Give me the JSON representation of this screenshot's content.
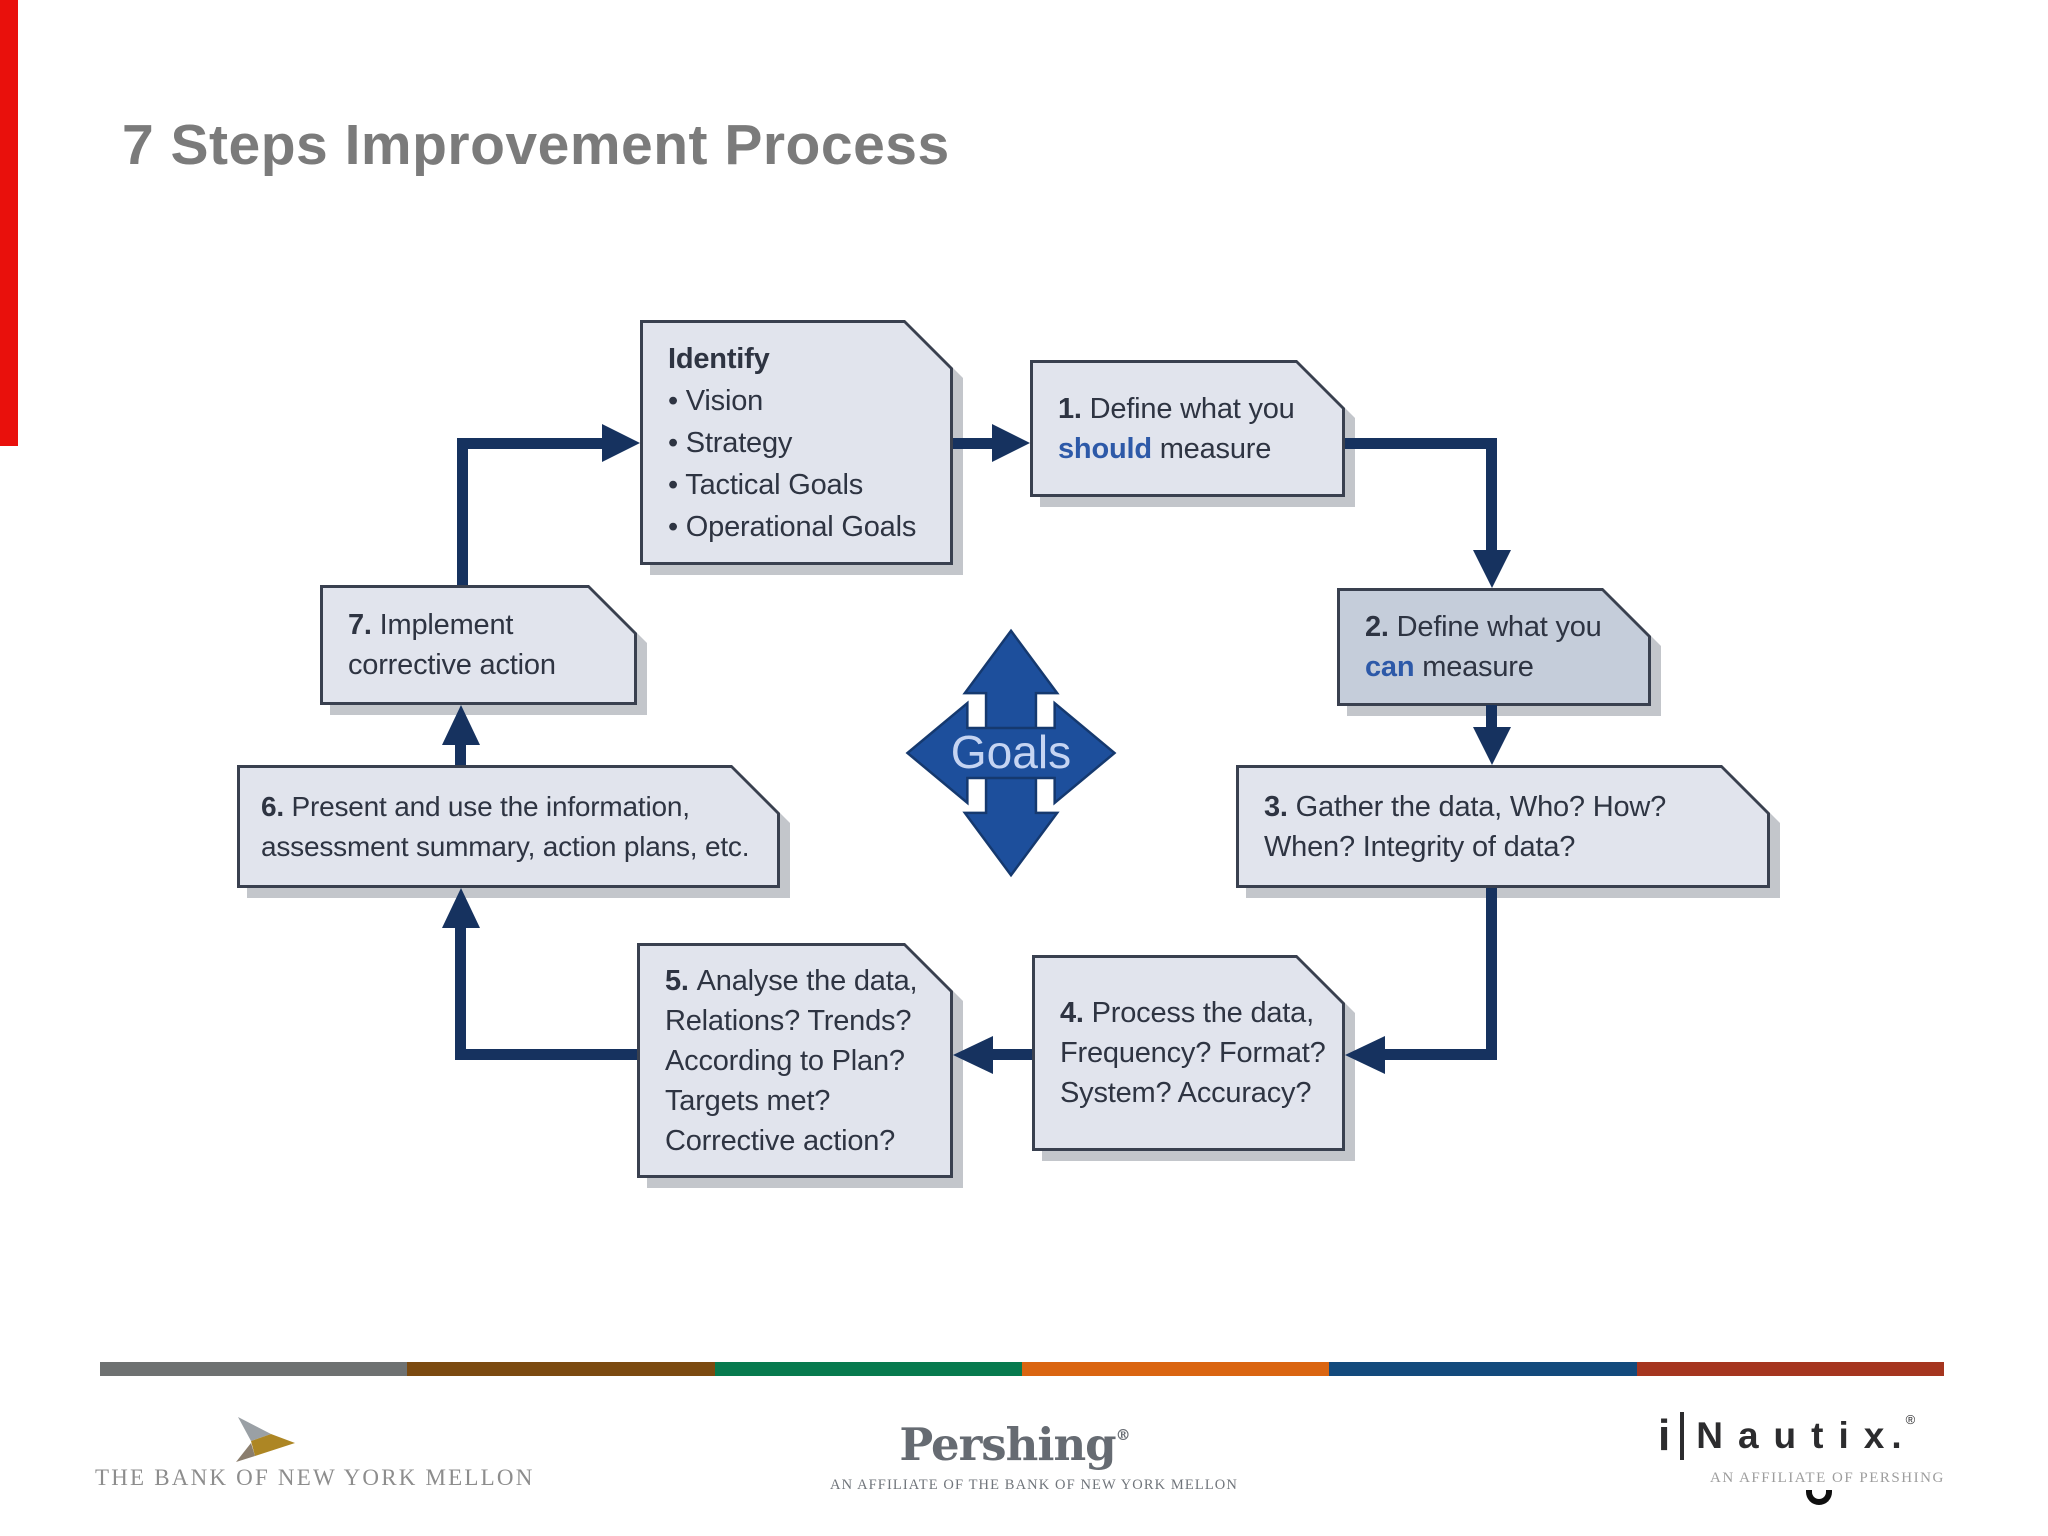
{
  "slide": {
    "title": "7 Steps Improvement Process"
  },
  "colors": {
    "red_bar": "#e9100c",
    "arrow": "#16325f",
    "goals_fill": "#1d4f9c",
    "goals_stroke": "#15396f",
    "goals_text": "#c5d4f2",
    "emphasis_blue": "#2d59a8",
    "bar_segments": [
      "#6e7171",
      "#7b4a10",
      "#077a4e",
      "#da6511",
      "#134a7c",
      "#a5351f"
    ]
  },
  "diagram": {
    "center_label": "Goals",
    "boxes": [
      {
        "id": "box-identify",
        "lines": [
          [
            {
              "t": "Identify",
              "s": "h"
            }
          ],
          [
            {
              "t": "• Vision"
            }
          ],
          [
            {
              "t": "• Strategy"
            }
          ],
          [
            {
              "t": "• Tactical Goals"
            }
          ],
          [
            {
              "t": "• Operational Goals"
            }
          ]
        ]
      },
      {
        "id": "box-step1",
        "lines": [
          [
            {
              "t": "1. ",
              "s": "b"
            },
            {
              "t": "Define what you"
            }
          ],
          [
            {
              "t": "should",
              "s": "e"
            },
            {
              "t": " measure"
            }
          ]
        ]
      },
      {
        "id": "box-step2",
        "lines": [
          [
            {
              "t": "2. ",
              "s": "b"
            },
            {
              "t": "Define what you"
            }
          ],
          [
            {
              "t": "can",
              "s": "e"
            },
            {
              "t": " measure"
            }
          ]
        ]
      },
      {
        "id": "box-step3",
        "lines": [
          [
            {
              "t": "3. ",
              "s": "b"
            },
            {
              "t": "Gather the data, Who? How?"
            }
          ],
          [
            {
              "t": "When? Integrity of data?"
            }
          ]
        ]
      },
      {
        "id": "box-step4",
        "lines": [
          [
            {
              "t": "4. ",
              "s": "b"
            },
            {
              "t": "Process the data,"
            }
          ],
          [
            {
              "t": "Frequency? Format?"
            }
          ],
          [
            {
              "t": "System? Accuracy?"
            }
          ]
        ]
      },
      {
        "id": "box-step5",
        "lines": [
          [
            {
              "t": "5. ",
              "s": "b"
            },
            {
              "t": "Analyse the data,"
            }
          ],
          [
            {
              "t": "Relations? Trends?"
            }
          ],
          [
            {
              "t": "According to Plan?"
            }
          ],
          [
            {
              "t": "Targets met?"
            }
          ],
          [
            {
              "t": "Corrective action?"
            }
          ]
        ]
      },
      {
        "id": "box-step6",
        "lines": [
          [
            {
              "t": "6. ",
              "s": "b"
            },
            {
              "t": "Present and use the information,"
            }
          ],
          [
            {
              "t": "assessment summary, action plans, etc."
            }
          ]
        ]
      },
      {
        "id": "box-step7",
        "lines": [
          [
            {
              "t": "7. ",
              "s": "b"
            },
            {
              "t": "Implement"
            }
          ],
          [
            {
              "t": "corrective action"
            }
          ]
        ]
      }
    ]
  },
  "footer": {
    "bnym": {
      "name": "THE BANK OF NEW YORK MELLON"
    },
    "pershing": {
      "name": "Pershing",
      "registered": "®",
      "affiliate": "AN AFFILIATE OF THE BANK OF NEW YORK MELLON"
    },
    "inautix": {
      "prefix": "i",
      "name": "Nautix",
      "dot": ".",
      "registered": "®",
      "affiliate": "AN AFFILIATE OF PERSHING"
    }
  }
}
